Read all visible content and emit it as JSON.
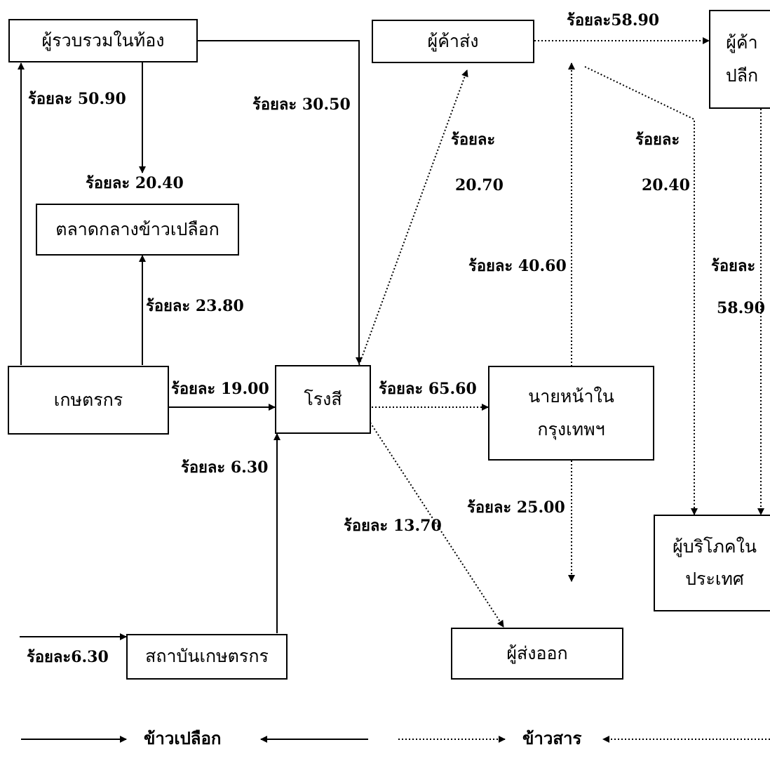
{
  "nodes": {
    "local_collector": "ผู้รวบรวมในท้อง",
    "central_market": "ตลาดกลางข้าวเปลือก",
    "farmer": "เกษตรกร",
    "rice_mill": "โรงสี",
    "institution": "สถาบันเกษตรกร",
    "wholesaler": "ผู้ค้าส่ง",
    "retailer_line1": "ผู้ค้า",
    "retailer_line2": "ปลีก",
    "bkk_broker_line1": "นายหน้าใน",
    "bkk_broker_line2": "กรุงเทพฯ",
    "consumer_line1": "ผู้บริโภคใน",
    "consumer_line2": "ประเทศ",
    "exporter": "ผู้ส่งออก"
  },
  "flows": {
    "farmer_to_collector": "ร้อยละ 50.90",
    "collector_to_central": "ร้อยละ 20.40",
    "farmer_to_central": "ร้อยละ 23.80",
    "collector_to_mill": "ร้อยละ 30.50",
    "farmer_to_mill": "ร้อยละ 19.00",
    "institution_to_mill": "ร้อยละ 6.30",
    "into_institution": "ร้อยละ6.30",
    "mill_to_wholesaler_line1": "ร้อยละ",
    "mill_to_wholesaler_line2": "20.70",
    "mill_to_broker": "ร้อยละ 65.60",
    "mill_to_exporter": "ร้อยละ 13.70",
    "broker_to_wholesaler": "ร้อยละ 40.60",
    "broker_to_exporter": "ร้อยละ 25.00",
    "wholesaler_to_retailer": "ร้อยละ58.90",
    "wholesaler_to_consumer_line1": "ร้อยละ",
    "wholesaler_to_consumer_line2": "20.40",
    "retailer_to_consumer_line1": "ร้อยละ",
    "retailer_to_consumer_line2": "58.90"
  },
  "legend": {
    "paddy": "ข้าวเปลือก",
    "milled_rice": "ข้าวสาร"
  }
}
